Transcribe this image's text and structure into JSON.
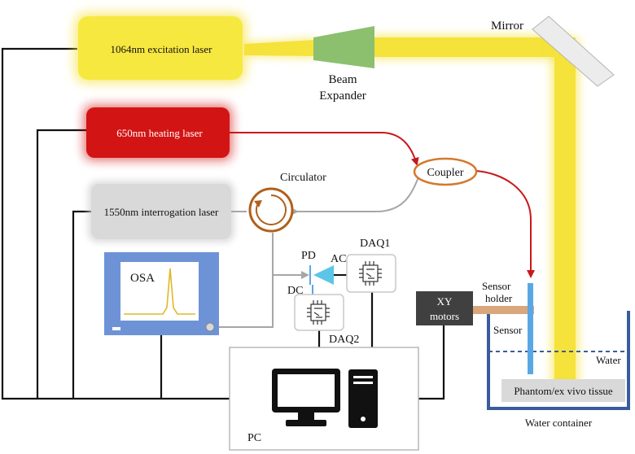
{
  "lasers": {
    "excitation": "1064nm excitation laser",
    "heating": "650nm heating laser",
    "interrogation": "1550nm interrogation laser"
  },
  "optics": {
    "beam_expander_line1": "Beam",
    "beam_expander_line2": "Expander",
    "mirror": "Mirror",
    "circulator": "Circulator",
    "coupler": "Coupler"
  },
  "detection": {
    "osa": "OSA",
    "pd": "PD",
    "ac": "AC",
    "dc": "DC",
    "daq1": "DAQ1",
    "daq2": "DAQ2",
    "pc": "PC"
  },
  "stage": {
    "xy_motors_line1": "XY",
    "xy_motors_line2": "motors",
    "sensor_holder_line1": "Sensor",
    "sensor_holder_line2": "holder",
    "sensor": "Sensor",
    "water": "Water",
    "tissue": "Phantom/ex vivo tissue",
    "container": "Water container"
  },
  "colors": {
    "excitation_beam": "#f5e23a",
    "heating_laser": "#d31414",
    "interrogation_laser": "#d9d9d9",
    "osa_panel": "#6d93d6",
    "fiber_red": "#c8181a",
    "fiber_gray": "#a6a6a6",
    "container": "#3a5c9c",
    "sensor": "#5aa7e6",
    "holder": "#d9a77c",
    "xy_motors": "#404040"
  }
}
